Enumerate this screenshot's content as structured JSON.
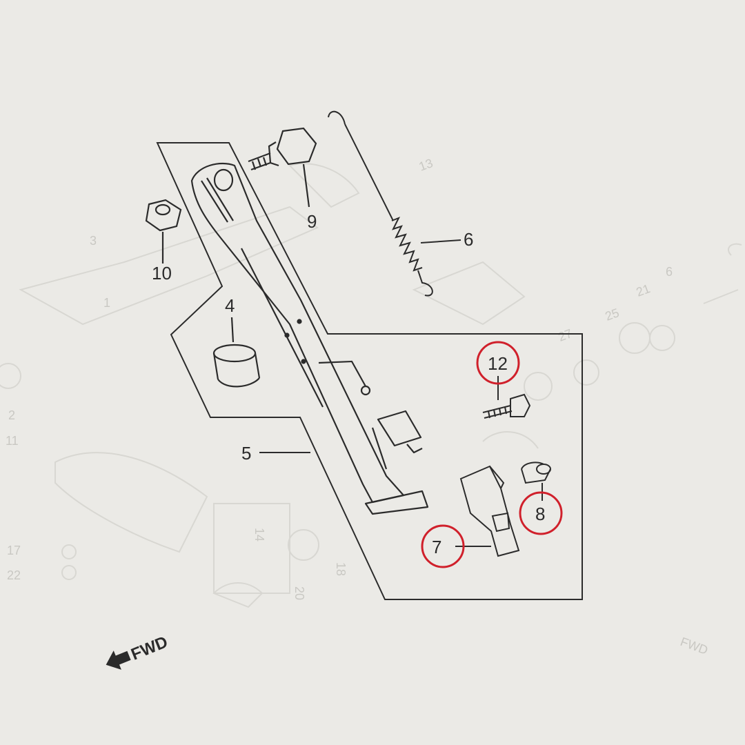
{
  "diagram": {
    "callouts": {
      "p4": "4",
      "p5": "5",
      "p6": "6",
      "p7": "7",
      "p8": "8",
      "p9": "9",
      "p10": "10",
      "p12": "12"
    },
    "fwd_label": "FWD",
    "circled_parts": [
      "12",
      "8",
      "7"
    ],
    "highlight_color": "#d0202b",
    "ink_color": "#2b2b2b",
    "paper_color": "#ebeae6",
    "background_labels": {
      "g13": "13",
      "g3": "3",
      "g1": "1",
      "g25": "25",
      "g21": "21",
      "g27": "27",
      "g6": "6",
      "g14": "14",
      "g18": "18",
      "g20": "20",
      "g17": "17",
      "g22": "22",
      "g11": "11",
      "g2": "2",
      "gfwd": "FWD"
    }
  }
}
